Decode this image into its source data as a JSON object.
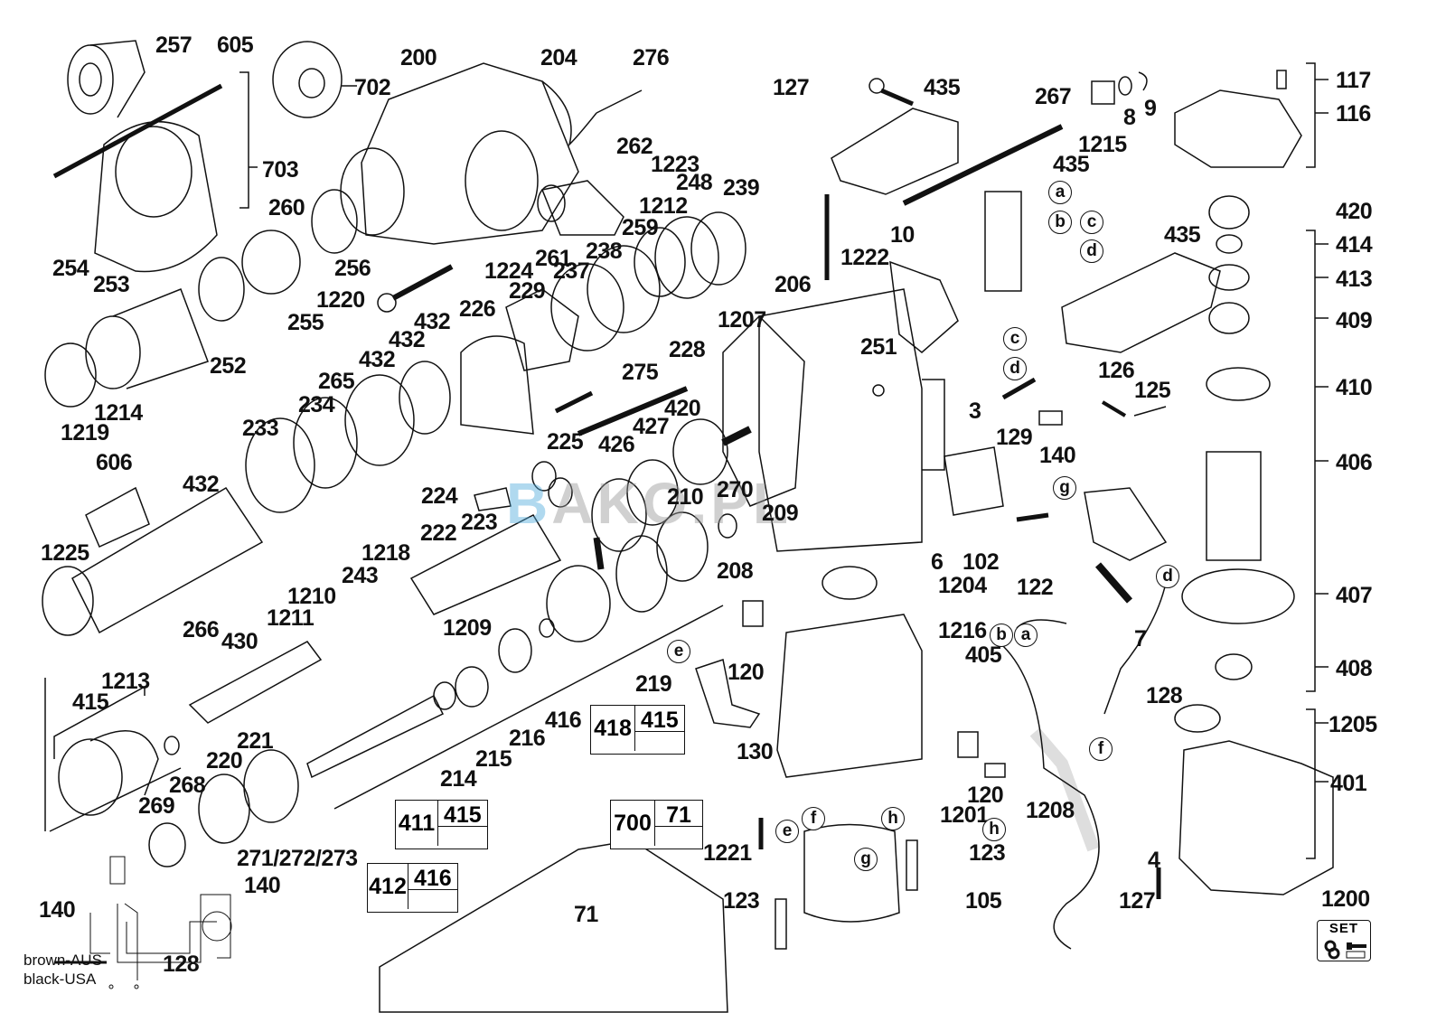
{
  "diagram": {
    "title": "Exploded parts diagram - rotary hammer drill",
    "watermark": {
      "prefix": "B",
      "text": "AKO.PL"
    },
    "part_labels": [
      {
        "id": "257"
      },
      {
        "id": "605"
      },
      {
        "id": "702"
      },
      {
        "id": "200"
      },
      {
        "id": "204"
      },
      {
        "id": "276"
      },
      {
        "id": "703"
      },
      {
        "id": "262"
      },
      {
        "id": "1223"
      },
      {
        "id": "248"
      },
      {
        "id": "239"
      },
      {
        "id": "1212"
      },
      {
        "id": "260"
      },
      {
        "id": "256"
      },
      {
        "id": "1224"
      },
      {
        "id": "261"
      },
      {
        "id": "259"
      },
      {
        "id": "238"
      },
      {
        "id": "237"
      },
      {
        "id": "254"
      },
      {
        "id": "253"
      },
      {
        "id": "1220"
      },
      {
        "id": "229"
      },
      {
        "id": "226"
      },
      {
        "id": "255"
      },
      {
        "id": "252"
      },
      {
        "id": "432a"
      },
      {
        "id": "432b"
      },
      {
        "id": "432c"
      },
      {
        "id": "265"
      },
      {
        "id": "234"
      },
      {
        "id": "233"
      },
      {
        "id": "1214"
      },
      {
        "id": "1219"
      },
      {
        "id": "606"
      },
      {
        "id": "432d"
      },
      {
        "id": "1225"
      },
      {
        "id": "266"
      },
      {
        "id": "228"
      },
      {
        "id": "275"
      },
      {
        "id": "420a"
      },
      {
        "id": "427"
      },
      {
        "id": "426"
      },
      {
        "id": "225"
      },
      {
        "id": "224"
      },
      {
        "id": "223"
      },
      {
        "id": "222"
      },
      {
        "id": "1218"
      },
      {
        "id": "243"
      },
      {
        "id": "1210"
      },
      {
        "id": "1211"
      },
      {
        "id": "430"
      },
      {
        "id": "1209"
      },
      {
        "id": "210"
      },
      {
        "id": "270"
      },
      {
        "id": "209"
      },
      {
        "id": "208"
      },
      {
        "id": "219"
      },
      {
        "id": "416"
      },
      {
        "id": "216"
      },
      {
        "id": "215"
      },
      {
        "id": "214"
      },
      {
        "id": "1213"
      },
      {
        "id": "415"
      },
      {
        "id": "221"
      },
      {
        "id": "220"
      },
      {
        "id": "268"
      },
      {
        "id": "269"
      },
      {
        "id": "271/272/273"
      },
      {
        "id": "140a"
      },
      {
        "id": "140b"
      },
      {
        "id": "128a"
      },
      {
        "id": "127a"
      },
      {
        "id": "435a"
      },
      {
        "id": "267"
      },
      {
        "id": "1215"
      },
      {
        "id": "8"
      },
      {
        "id": "9"
      },
      {
        "id": "435b"
      },
      {
        "id": "10"
      },
      {
        "id": "1222"
      },
      {
        "id": "206"
      },
      {
        "id": "1207"
      },
      {
        "id": "251"
      },
      {
        "id": "3"
      },
      {
        "id": "129"
      },
      {
        "id": "140c"
      },
      {
        "id": "126"
      },
      {
        "id": "125"
      },
      {
        "id": "435c"
      },
      {
        "id": "6"
      },
      {
        "id": "102"
      },
      {
        "id": "122"
      },
      {
        "id": "1204"
      },
      {
        "id": "1216"
      },
      {
        "id": "405"
      },
      {
        "id": "120a"
      },
      {
        "id": "130"
      },
      {
        "id": "120b"
      },
      {
        "id": "1201"
      },
      {
        "id": "1208"
      },
      {
        "id": "1221"
      },
      {
        "id": "123a"
      },
      {
        "id": "123b"
      },
      {
        "id": "105"
      },
      {
        "id": "4"
      },
      {
        "id": "127b"
      },
      {
        "id": "7"
      },
      {
        "id": "128b"
      },
      {
        "id": "117"
      },
      {
        "id": "116"
      },
      {
        "id": "420b"
      },
      {
        "id": "414"
      },
      {
        "id": "413"
      },
      {
        "id": "409"
      },
      {
        "id": "410"
      },
      {
        "id": "406"
      },
      {
        "id": "407"
      },
      {
        "id": "408"
      },
      {
        "id": "1205"
      },
      {
        "id": "401"
      },
      {
        "id": "1200"
      },
      {
        "id": "71"
      }
    ],
    "labels": {
      "l257": "257",
      "l605": "605",
      "l702": "702",
      "l200": "200",
      "l204": "204",
      "l276": "276",
      "l703": "703",
      "l262": "262",
      "l1223": "1223",
      "l248": "248",
      "l239": "239",
      "l1212": "1212",
      "l260": "260",
      "l256": "256",
      "l1224": "1224",
      "l261": "261",
      "l259": "259",
      "l238": "238",
      "l237": "237",
      "l254": "254",
      "l253": "253",
      "l1220": "1220",
      "l229": "229",
      "l226": "226",
      "l255": "255",
      "l252": "252",
      "l432": "432",
      "l265": "265",
      "l234": "234",
      "l233": "233",
      "l1214": "1214",
      "l1219": "1219",
      "l606": "606",
      "l1225": "1225",
      "l266": "266",
      "l228": "228",
      "l275": "275",
      "l420": "420",
      "l427": "427",
      "l426": "426",
      "l225": "225",
      "l224": "224",
      "l223": "223",
      "l222": "222",
      "l1218": "1218",
      "l243": "243",
      "l1210": "1210",
      "l1211": "1211",
      "l430": "430",
      "l1209": "1209",
      "l210": "210",
      "l270": "270",
      "l209": "209",
      "l208": "208",
      "l219": "219",
      "l416": "416",
      "l216": "216",
      "l215": "215",
      "l214": "214",
      "l1213": "1213",
      "l415": "415",
      "l221": "221",
      "l220": "220",
      "l268": "268",
      "l269": "269",
      "l271": "271/272/273",
      "l140": "140",
      "l128": "128",
      "l127": "127",
      "l435": "435",
      "l267": "267",
      "l1215": "1215",
      "l8": "8",
      "l9": "9",
      "l10": "10",
      "l1222": "1222",
      "l206": "206",
      "l1207": "1207",
      "l251": "251",
      "l3": "3",
      "l129": "129",
      "l126": "126",
      "l125": "125",
      "l6": "6",
      "l102": "102",
      "l122": "122",
      "l1204": "1204",
      "l1216": "1216",
      "l405": "405",
      "l120": "120",
      "l130": "130",
      "l1201": "1201",
      "l1208": "1208",
      "l1221": "1221",
      "l123": "123",
      "l105": "105",
      "l4": "4",
      "l7": "7",
      "l117": "117",
      "l116": "116",
      "l414": "414",
      "l413": "413",
      "l409": "409",
      "l410": "410",
      "l406": "406",
      "l407": "407",
      "l408": "408",
      "l1205": "1205",
      "l401": "401",
      "l1200": "1200",
      "l71": "71"
    },
    "connectors": {
      "a": "a",
      "b": "b",
      "c": "c",
      "d": "d",
      "e": "e",
      "f": "f",
      "g": "g",
      "h": "h"
    },
    "kit_boxes": [
      {
        "main": "418",
        "sub": "415"
      },
      {
        "main": "411",
        "sub": "415"
      },
      {
        "main": "412",
        "sub": "416"
      },
      {
        "main": "700",
        "sub": "71"
      }
    ],
    "wiring_note": {
      "line1": "brown-AUS",
      "line2": "black-USA"
    },
    "set_badge": {
      "text": "SET",
      "part": "1200"
    }
  }
}
